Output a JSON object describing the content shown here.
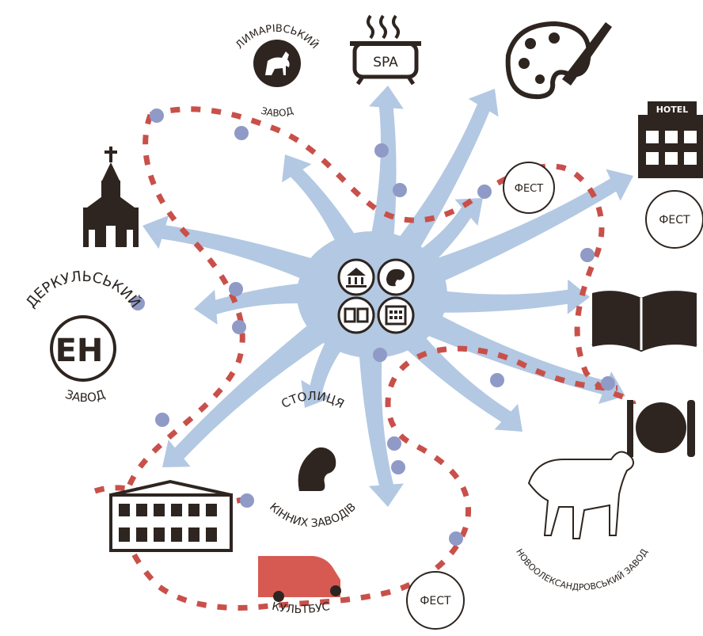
{
  "labels": {
    "lymarivskyi_top": "ЛИМАРІВСЬКИЙ",
    "lymarivskyi_bottom": "ЗАВОД",
    "spa": "SPA",
    "hotel": "HOTEL",
    "fest_1": "ФЕСТ",
    "fest_2": "ФЕСТ",
    "fest_3": "ФЕСТ",
    "derkulskyi_top": "ДЕРКУЛЬСЬКИЙ",
    "derkulskyi_bottom": "ЗАВОД",
    "derkulskyi_monogram": "ЕН",
    "capital_top": "СТОЛИЦЯ",
    "capital_bottom": "КІННИХ ЗАВОДІВ",
    "novooleksandrivskyi": "НОВООЛЕКСАНДРОВСЬКИЙ ЗАВОД",
    "kultbus": "КУЛЬТБУС"
  },
  "colors": {
    "arrows": "#b3c8e2",
    "dash_route": "#c9504a",
    "route_dots": "#8f9ac6",
    "icons": "#2e2520",
    "bus": "#d65a52"
  }
}
